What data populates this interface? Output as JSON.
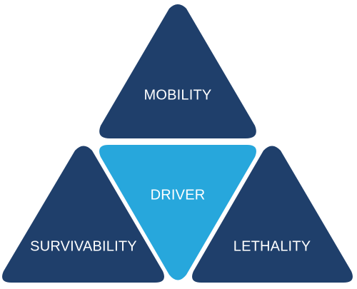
{
  "diagram": {
    "labels": {
      "top": "MOBILITY",
      "center": "DRIVER",
      "left": "SURVIVABILITY",
      "right": "LETHALITY"
    },
    "colors": {
      "outer": "#1f3f6b",
      "center": "#27a7dc",
      "text": "#ffffff",
      "background": "#ffffff"
    }
  }
}
